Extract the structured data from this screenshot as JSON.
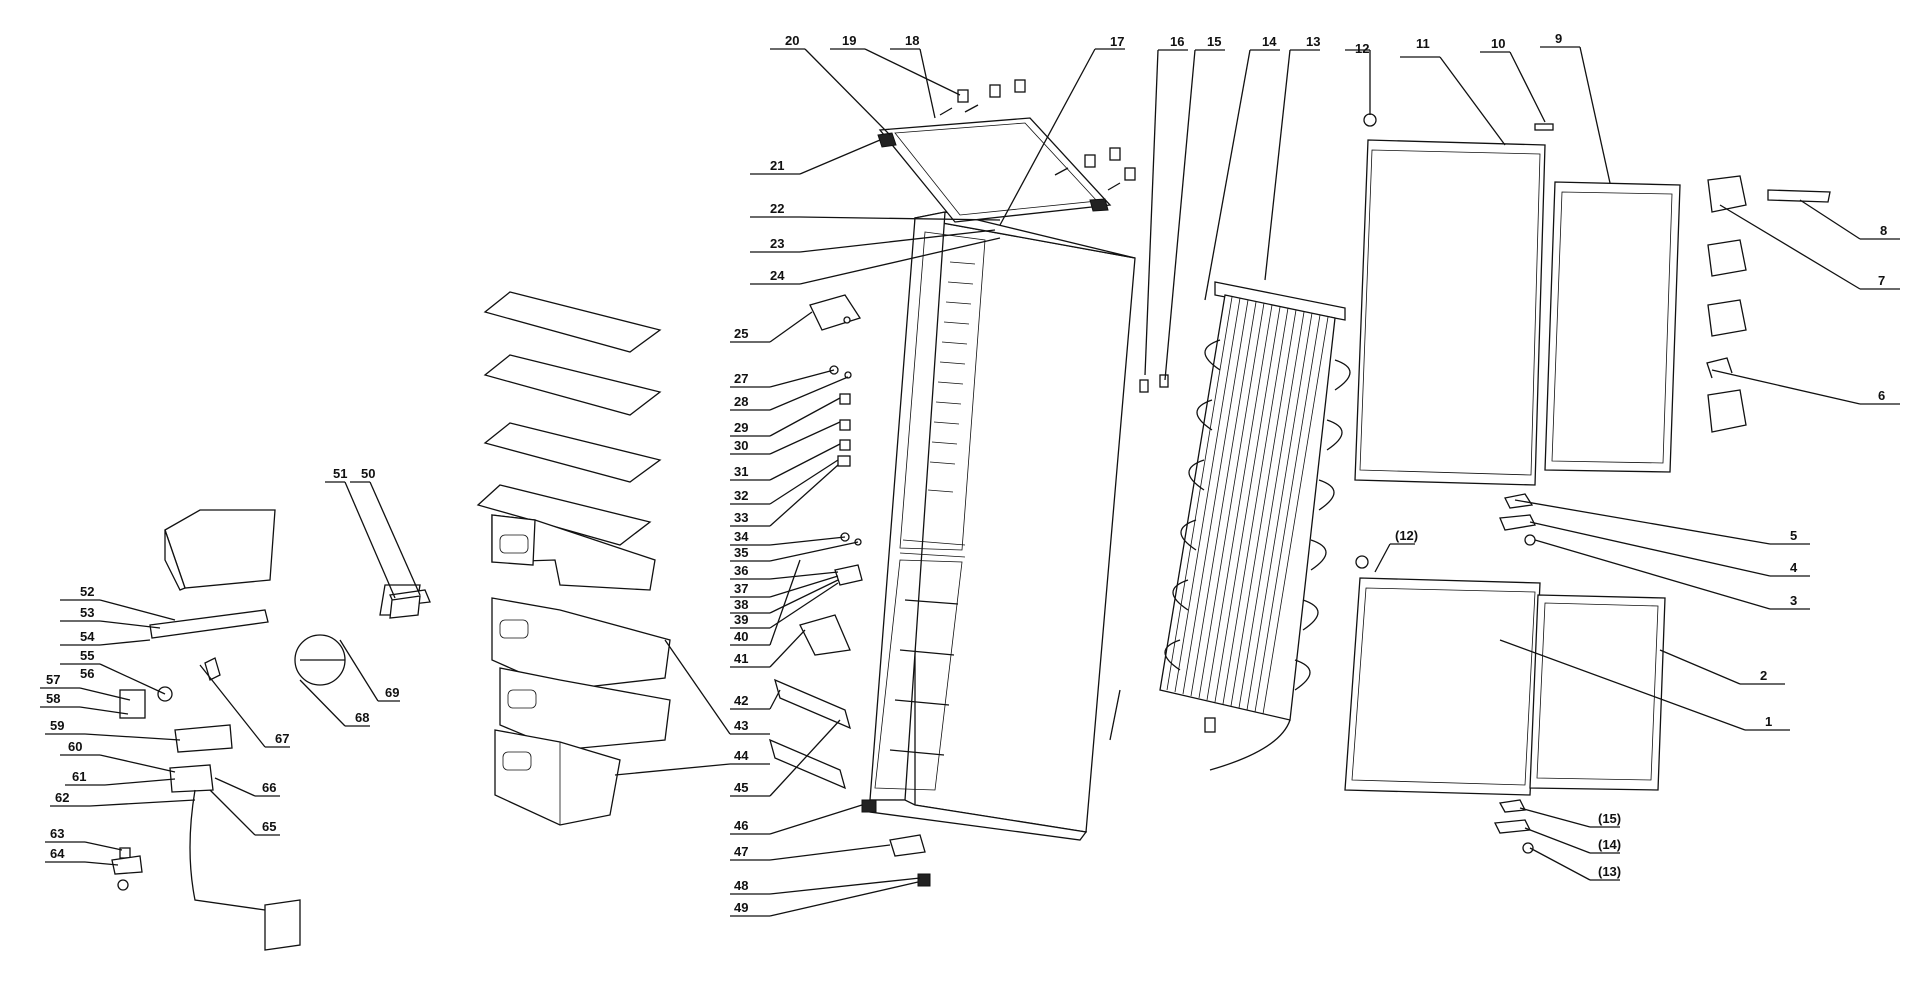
{
  "diagram": {
    "labels": [
      "1",
      "2",
      "3",
      "4",
      "5",
      "6",
      "7",
      "8",
      "9",
      "10",
      "11",
      "12",
      "13",
      "14",
      "15",
      "16",
      "17",
      "18",
      "19",
      "20",
      "21",
      "22",
      "23",
      "24",
      "25",
      "27",
      "28",
      "29",
      "30",
      "31",
      "32",
      "33",
      "34",
      "35",
      "36",
      "37",
      "38",
      "39",
      "40",
      "41",
      "42",
      "43",
      "44",
      "45",
      "46",
      "47",
      "48",
      "49",
      "50",
      "51",
      "52",
      "53",
      "54",
      "55",
      "56",
      "57",
      "58",
      "59",
      "60",
      "61",
      "62",
      "63",
      "64",
      "65",
      "66",
      "67",
      "68",
      "69",
      "(12)",
      "(13)",
      "(14)",
      "(15)"
    ]
  }
}
